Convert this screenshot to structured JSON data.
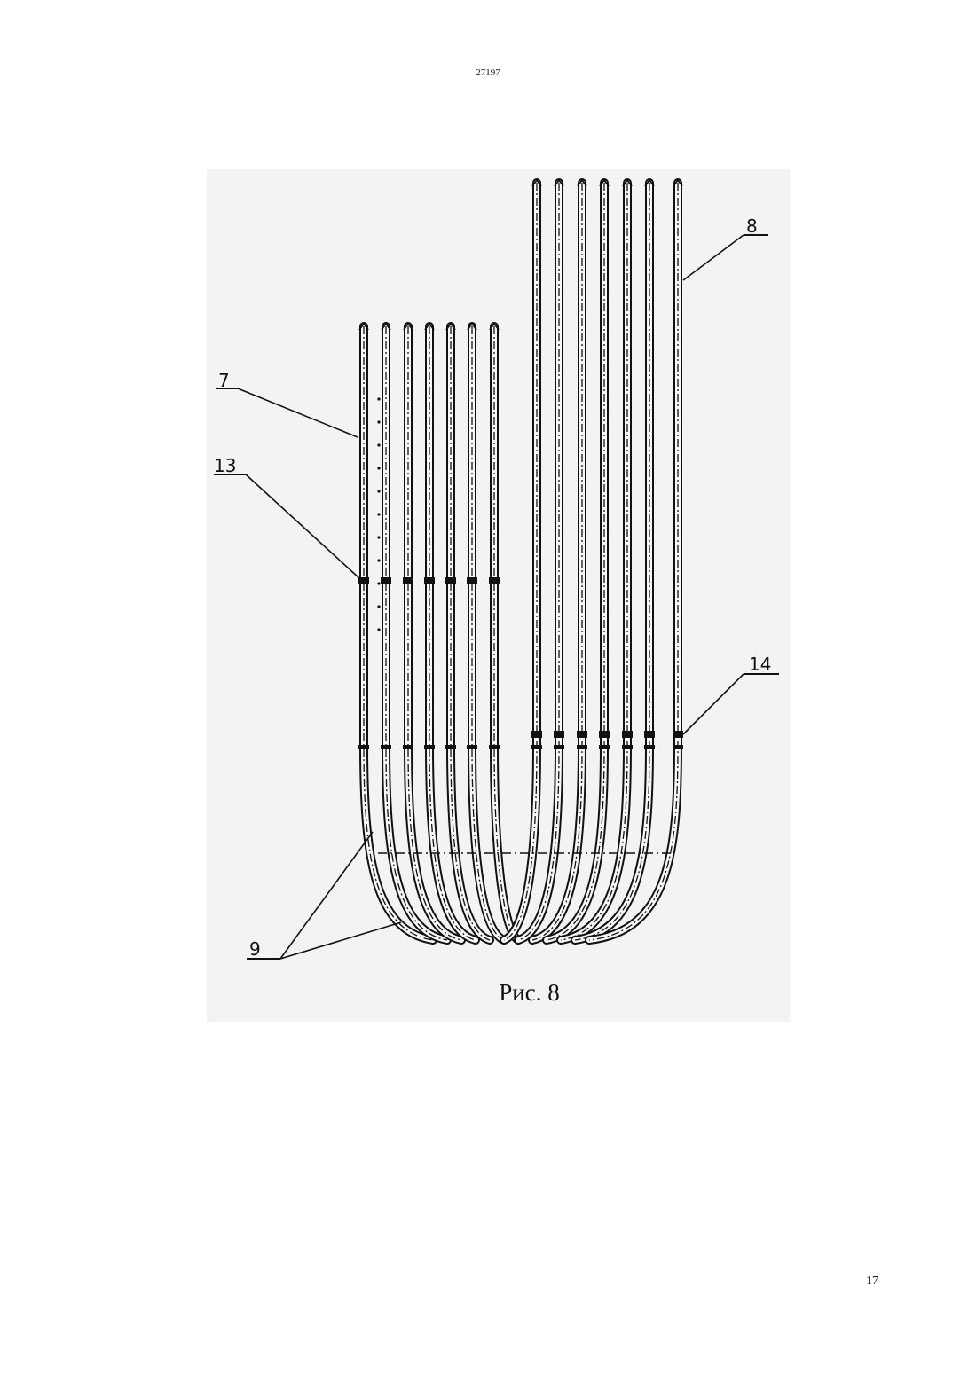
{
  "document": {
    "header_text": "27197",
    "page_number": "17"
  },
  "figure": {
    "caption": "Рис. 8",
    "callouts": {
      "c7": "7",
      "c8": "8",
      "c9": "9",
      "c13": "13",
      "c14": "14"
    },
    "colors": {
      "ink": "#111111",
      "panel": "#f3f3f3"
    }
  }
}
